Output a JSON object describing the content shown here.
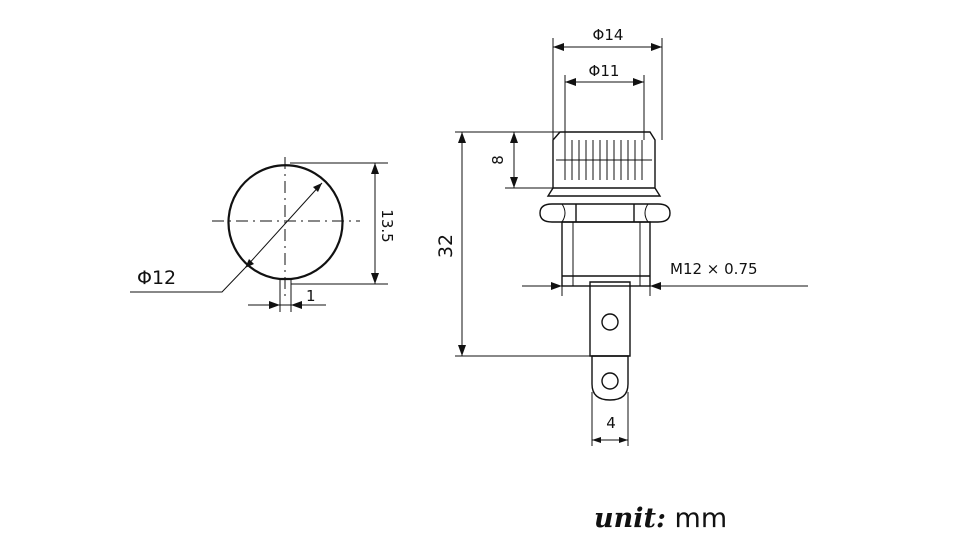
{
  "front_view": {
    "diameter_label": "Φ12",
    "height_label": "13.5",
    "flat_label": "1"
  },
  "side_view": {
    "outer_diameter_label": "Φ14",
    "inner_diameter_label": "Φ11",
    "cap_height_label": "8",
    "total_height_label": "32",
    "thread_label": "M12 × 0.75",
    "terminal_width_label": "4"
  },
  "footer": {
    "unit_label": "unit",
    "unit_sep": ":",
    "unit_value": " mm"
  }
}
